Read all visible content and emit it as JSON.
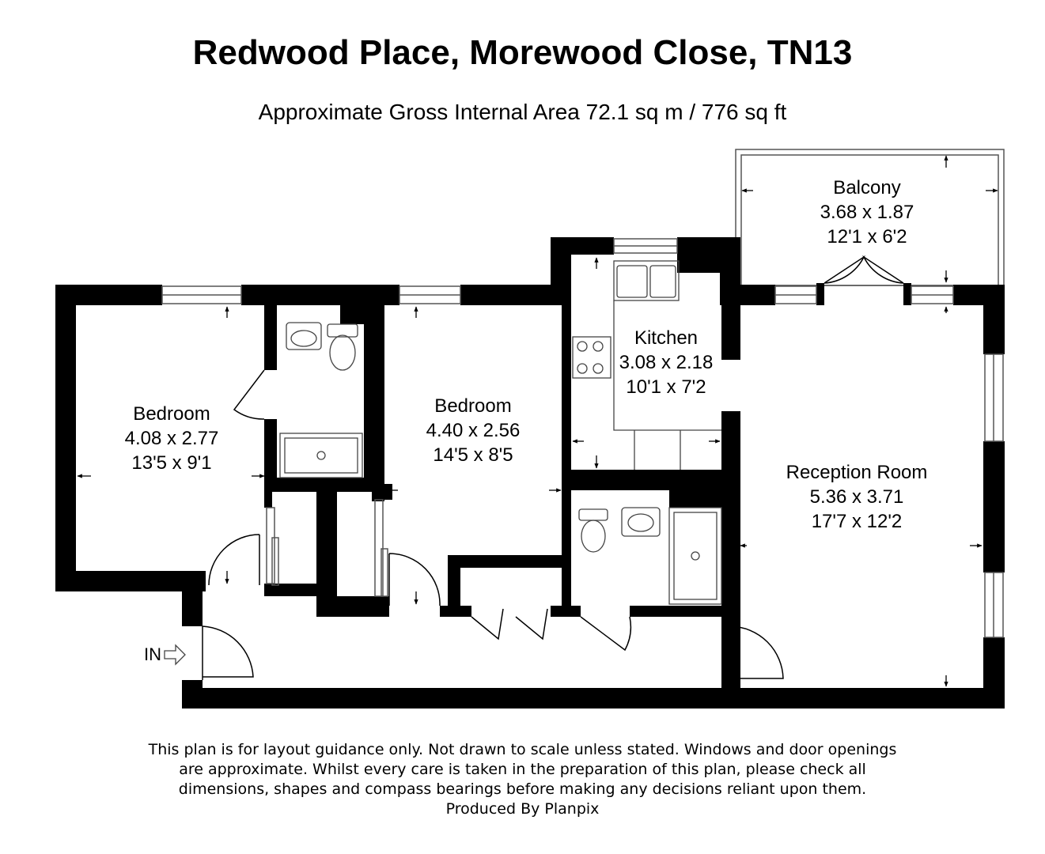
{
  "title": "Redwood Place, Morewood Close, TN13",
  "subtitle": "Approximate Gross Internal Area  72.1 sq m / 776 sq ft",
  "rooms": {
    "bedroom1": {
      "name": "Bedroom",
      "metric": "4.08 x 2.77",
      "imperial": "13'5 x 9'1"
    },
    "bedroom2": {
      "name": "Bedroom",
      "metric": "4.40 x 2.56",
      "imperial": "14'5 x 8'5"
    },
    "kitchen": {
      "name": "Kitchen",
      "metric": "3.08 x 2.18",
      "imperial": "10'1 x 7'2"
    },
    "balcony": {
      "name": "Balcony",
      "metric": "3.68 x 1.87",
      "imperial": "12'1 x 6'2"
    },
    "reception": {
      "name": "Reception Room",
      "metric": "5.36 x 3.71",
      "imperial": "17'7 x 12'2"
    }
  },
  "entrance_label": "IN",
  "disclaimer": {
    "line1": "This plan is for layout guidance only. Not drawn to scale unless stated. Windows and door openings",
    "line2": "are approximate. Whilst every care is taken in the preparation of this plan, please check all",
    "line3": "dimensions, shapes and compass bearings before making any decisions reliant upon them.",
    "line4": "Produced By Planpix"
  }
}
